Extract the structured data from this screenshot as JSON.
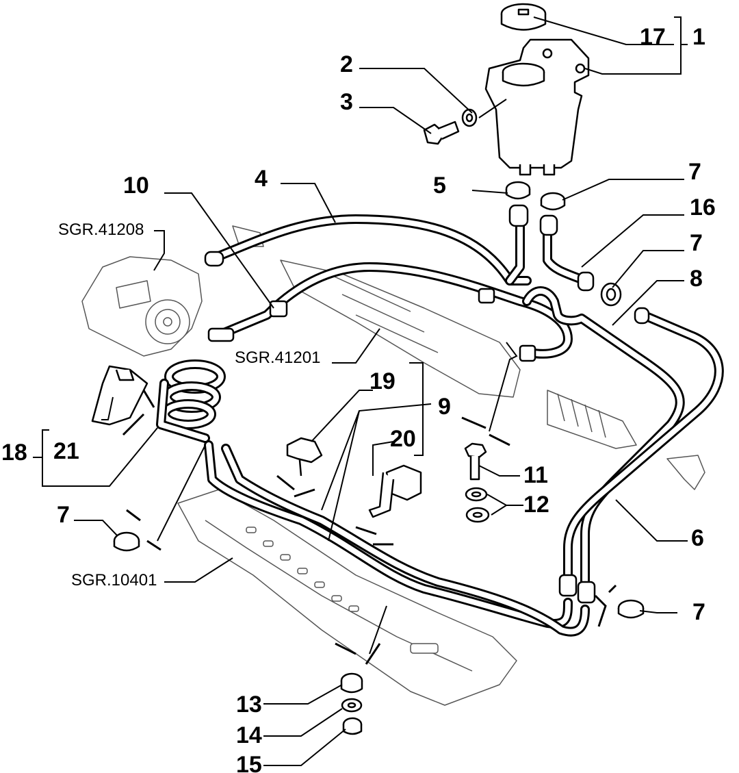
{
  "callouts": {
    "c1": "1",
    "c2": "2",
    "c3": "3",
    "c4": "4",
    "c5": "5",
    "c6": "6",
    "c7a": "7",
    "c7b": "7",
    "c7c": "7",
    "c7d": "7",
    "c8": "8",
    "c9": "9",
    "c10": "10",
    "c11": "11",
    "c12": "12",
    "c13": "13",
    "c14": "14",
    "c15": "15",
    "c16": "16",
    "c17": "17",
    "c18": "18",
    "c19": "19",
    "c20": "20",
    "c21": "21"
  },
  "references": {
    "pump": "SGR.41208",
    "steering_rack": "SGR.41201",
    "crossmember": "SGR.10401"
  }
}
